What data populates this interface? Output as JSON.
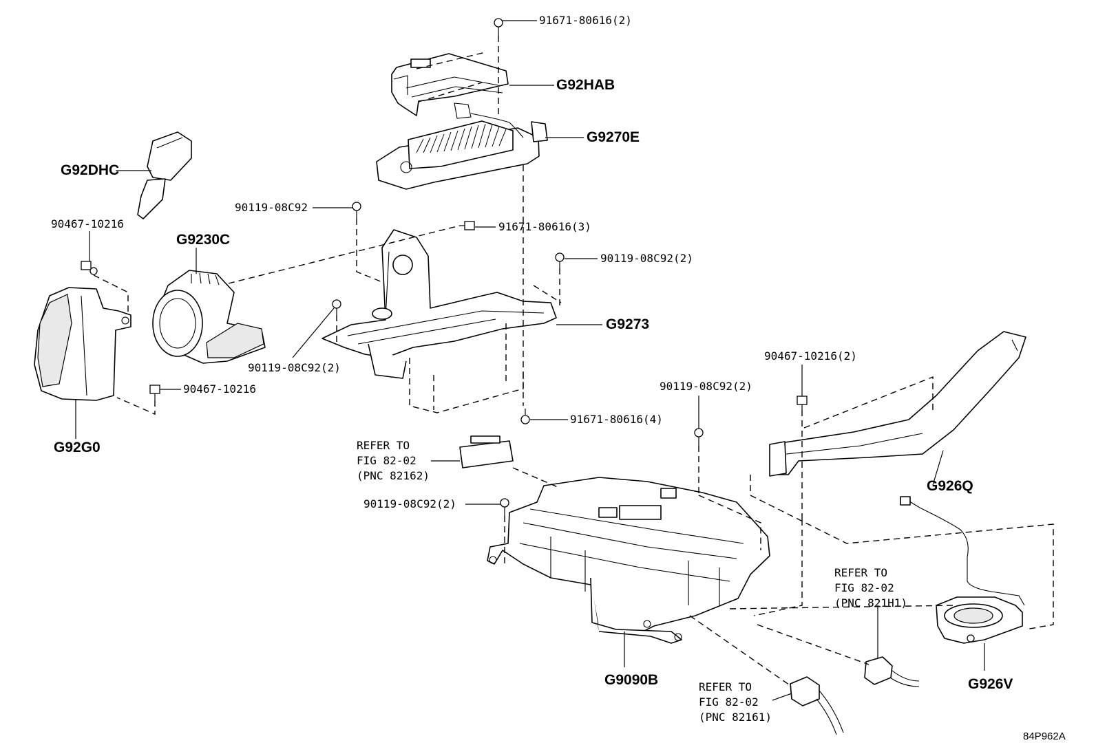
{
  "diagram": {
    "figure_id": "84P962A",
    "callouts": {
      "bolt_top": "91671-80616(2)",
      "g92hab": "G92HAB",
      "g9270e": "G9270E",
      "g92dhc": "G92DHC",
      "bolt_90119_a": "90119-08C92",
      "bolt_91671_3": "91671-80616(3)",
      "clip_90467_a": "90467-10216",
      "g9230c": "G9230C",
      "bolt_90119_2a": "90119-08C92(2)",
      "g9273": "G9273",
      "bolt_90119_2b": "90119-08C92(2)",
      "clip_90467_b": "90467-10216",
      "g92g0": "G92G0",
      "bolt_91671_4": "91671-80616(4)",
      "clip_90467_2": "90467-10216(2)",
      "bolt_90119_2c": "90119-08C92(2)",
      "bolt_90119_2d": "90119-08C92(2)",
      "g926q": "G926Q",
      "g9090b": "G9090B",
      "g926v": "G926V"
    },
    "refer_notes": {
      "pnc_82162": [
        "REFER TO",
        "FIG 82-02",
        "(PNC 82162)"
      ],
      "pnc_821h1": [
        "REFER TO",
        "FIG 82-02",
        "(PNC 821H1)"
      ],
      "pnc_82161": [
        "REFER TO",
        "FIG 82-02",
        "(PNC 82161)"
      ]
    }
  }
}
